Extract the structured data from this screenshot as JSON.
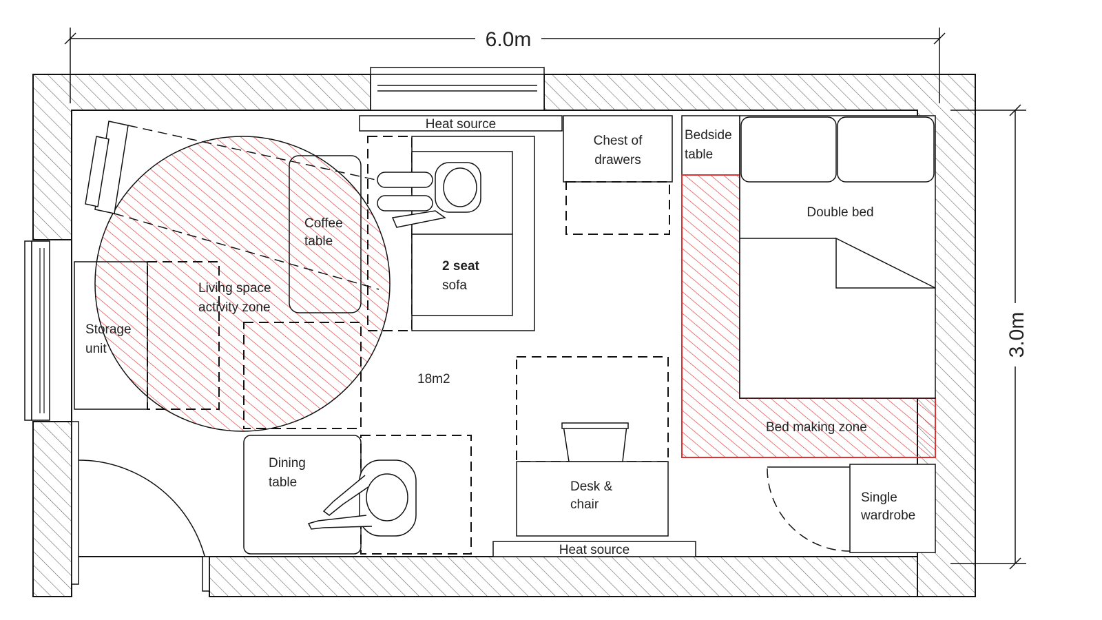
{
  "dimensions": {
    "width": "6.0m",
    "height": "3.0m"
  },
  "area": "18m2",
  "labels": {
    "heat_source_top": "Heat source",
    "heat_source_bottom": "Heat source",
    "chest_of_drawers": [
      "Chest of",
      "drawers"
    ],
    "bedside_table": [
      "Bedside",
      "table"
    ],
    "double_bed": "Double bed",
    "coffee_table": [
      "Coffee",
      "table"
    ],
    "sofa": [
      "2 seat",
      "sofa"
    ],
    "living_zone": [
      "Living space",
      "activity zone"
    ],
    "storage_unit": [
      "Storage",
      "unit"
    ],
    "dining_table": [
      "Dining",
      "table"
    ],
    "desk_chair": [
      "Desk &",
      "chair"
    ],
    "bed_making_zone": "Bed making zone",
    "single_wardrobe": [
      "Single",
      "wardrobe"
    ]
  },
  "colors": {
    "zone_hatch": "#e03030",
    "wall_hatch": "#666666",
    "line": "#111111"
  }
}
